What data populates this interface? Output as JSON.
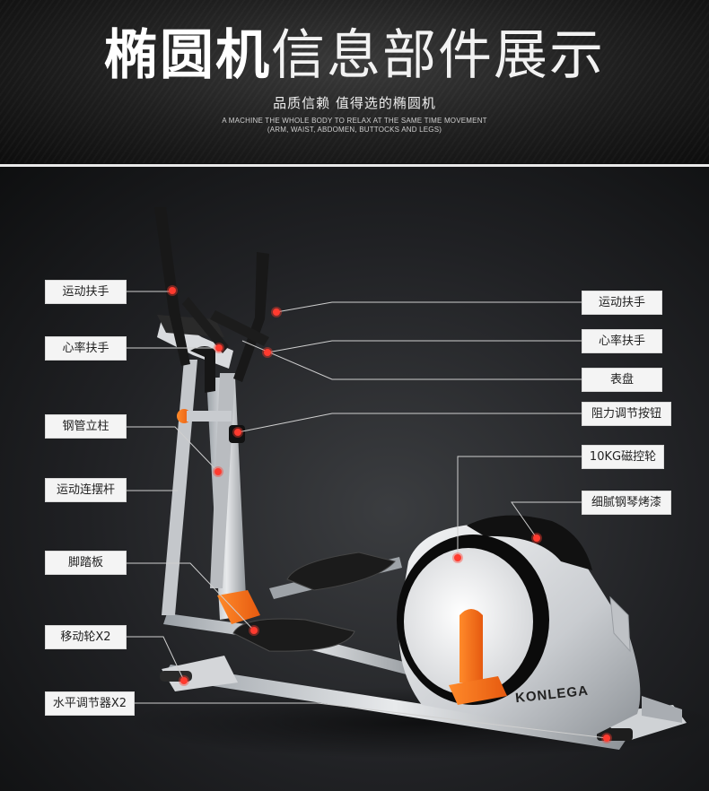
{
  "header": {
    "title_bold": "椭圆机",
    "title_light": "信息部件展示",
    "subtitle": "品质信赖  值得选的椭圆机",
    "english_line1": "A MACHINE THE WHOLE BODY TO RELAX AT THE SAME TIME MOVEMENT",
    "english_line2": "(ARM, WAIST, ABDOMEN, BUTTOCKS AND LEGS)"
  },
  "machine": {
    "brand": "KONLEGA"
  },
  "labels": {
    "left_handle": "运动扶手",
    "left_heart": "心率扶手",
    "left_column": "钢管立柱",
    "left_link_rod": "运动连摆杆",
    "left_pedal": "脚踏板",
    "left_wheel": "移动轮X2",
    "left_leveler": "水平调节器X2",
    "right_handle": "运动扶手",
    "right_heart": "心率扶手",
    "right_console": "表盘",
    "right_resistance": "阻力调节按钮",
    "right_flywheel": "10KG磁控轮",
    "right_paint": "细腻钢琴烤漆"
  },
  "colors": {
    "accent_orange": "#f26a1b",
    "dot_red": "#ff3b2f",
    "label_bg": "#f4f4f4",
    "frame_silver": "#cfd2d5"
  }
}
